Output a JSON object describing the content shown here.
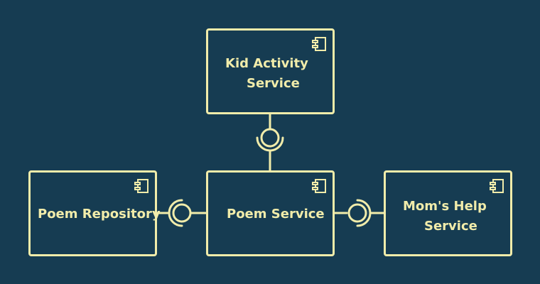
{
  "colors": {
    "background": "#163c52",
    "foreground": "#f1ecaa"
  },
  "components": {
    "kid_activity": {
      "line1": "Kid Activity",
      "line2": "Service",
      "icon": "component-icon"
    },
    "poem_repository": {
      "label": "Poem Repository",
      "icon": "component-icon"
    },
    "poem_service": {
      "label": "Poem Service",
      "icon": "component-icon"
    },
    "moms_help": {
      "line1": "Mom's Help",
      "line2": "Service",
      "icon": "component-icon"
    }
  },
  "interfaces": [
    {
      "name": "provided-required-kid-activity"
    },
    {
      "name": "provided-required-poem-repository"
    },
    {
      "name": "provided-required-moms-help"
    }
  ]
}
